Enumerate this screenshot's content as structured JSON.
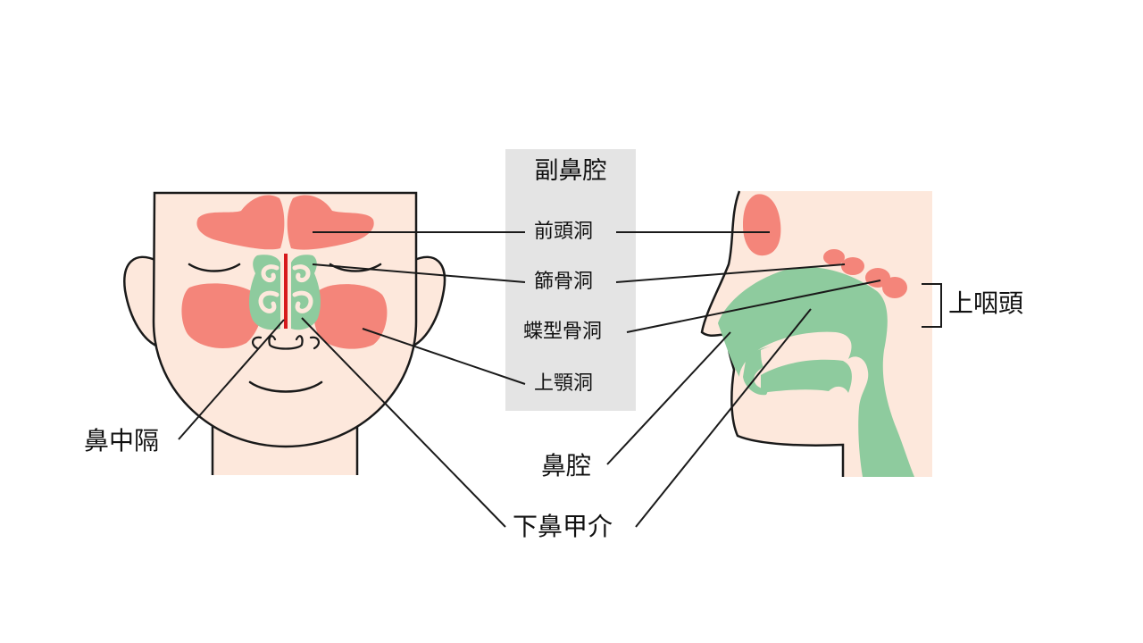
{
  "sinus_group": {
    "title": "副鼻腔",
    "items": [
      "前頭洞",
      "篩骨洞",
      "蝶型骨洞",
      "上顎洞"
    ]
  },
  "labels": {
    "septum": "鼻中隔",
    "nasal_cavity": "鼻腔",
    "inferior_turbinate": "下鼻甲介",
    "nasopharynx": "上咽頭"
  },
  "colors": {
    "skin": "#fde8dc",
    "sinus": "#f4857a",
    "airway": "#8ecb9e",
    "septum": "#d7191c",
    "panel": "#e4e4e4",
    "outline": "#1a1a1a"
  }
}
